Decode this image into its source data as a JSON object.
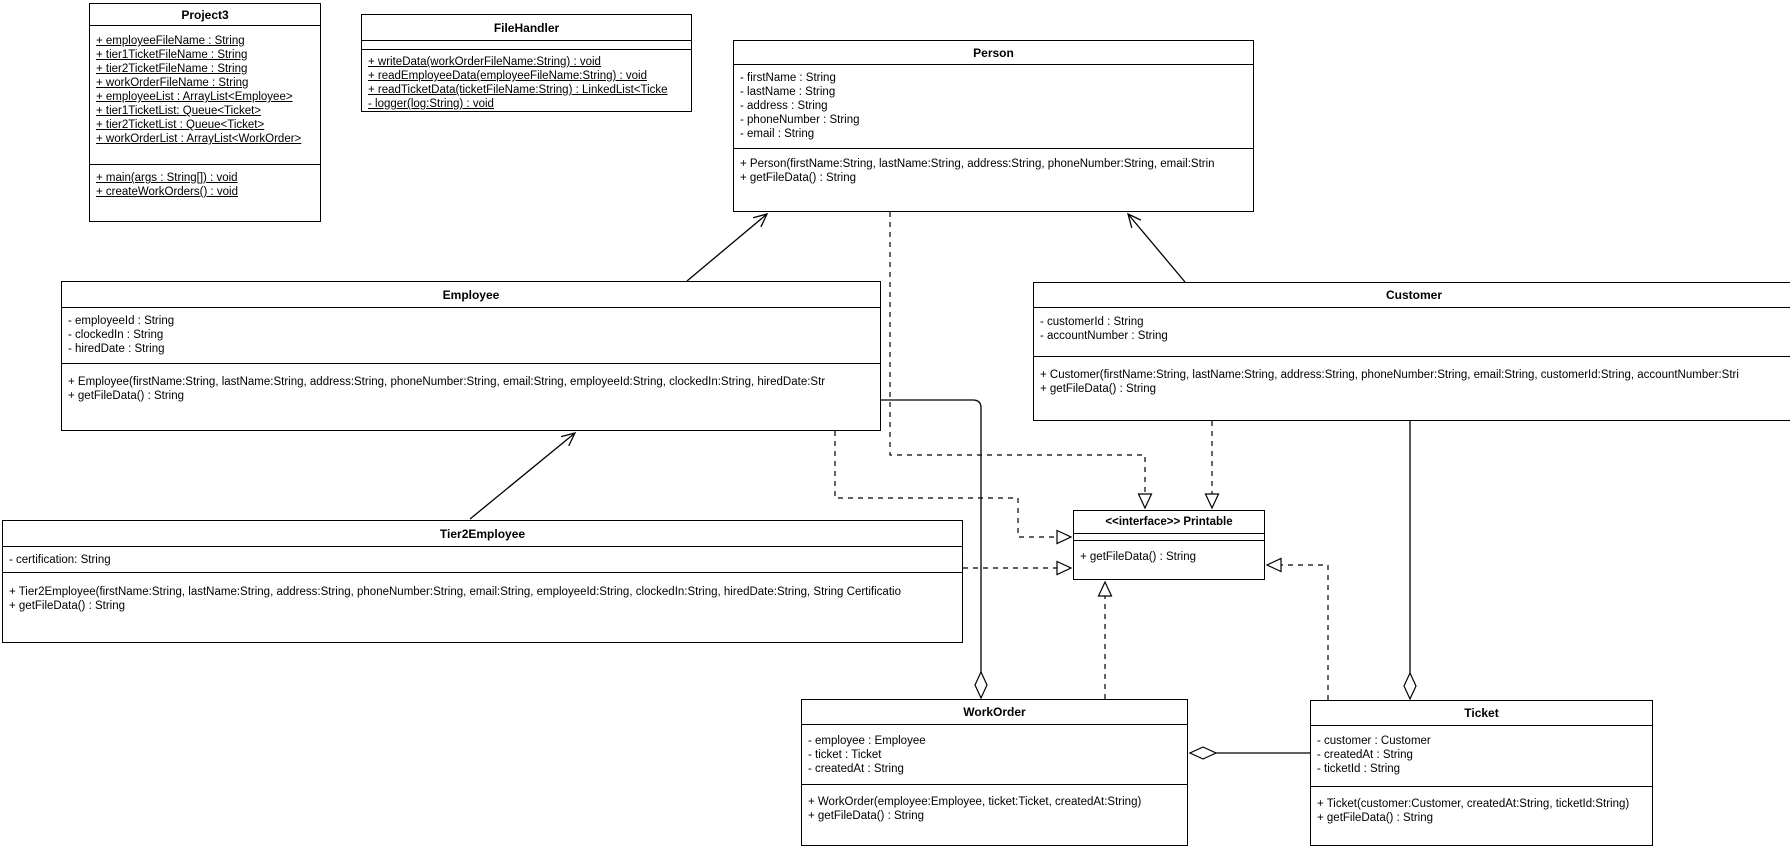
{
  "diagram": {
    "type": "uml-class-diagram",
    "line_color": "#000000",
    "background_color": "#ffffff"
  },
  "classes": [
    {
      "title": "Project3",
      "attributes": [
        "+ employeeFileName : String",
        "+ tier1TicketFileName : String",
        "+ tier2TicketFileName : String",
        "+ workOrderFileName : String",
        "+ employeeList : ArrayList<Employee>",
        "+ tier1TicketList: Queue<Ticket>",
        "+ tier2TicketList : Queue<Ticket>",
        "+ workOrderList : ArrayList<WorkOrder>"
      ],
      "methods": [
        "+ main(args : String[]) : void",
        "+ createWorkOrders() : void"
      ]
    },
    {
      "title": "FileHandler",
      "attributes": [],
      "methods": [
        "+ writeData(workOrderFileName:String) : void",
        "+ readEmployeeData(employeeFileName:String) : void",
        "+ readTicketData(ticketFileName:String) : LinkedList<Ticke",
        "- logger(log:String) : void"
      ]
    },
    {
      "title": "Person",
      "attributes": [
        "- firstName : String",
        "- lastName : String",
        "- address : String",
        "- phoneNumber : String",
        "- email : String"
      ],
      "methods": [
        "+ Person(firstName:String, lastName:String, address:String, phoneNumber:String, email:Strin",
        "+ getFileData() : String"
      ]
    },
    {
      "title": "Employee",
      "attributes": [
        "- employeeId : String",
        "- clockedIn : String",
        "- hiredDate : String"
      ],
      "methods": [
        "+ Employee(firstName:String, lastName:String, address:String, phoneNumber:String, email:String, employeeId:String, clockedIn:String, hiredDate:Str",
        "+ getFileData() : String"
      ]
    },
    {
      "title": "Customer",
      "attributes": [
        "- customerId : String",
        "- accountNumber : String"
      ],
      "methods": [
        "+ Customer(firstName:String, lastName:String, address:String, phoneNumber:String, email:String, customerId:String, accountNumber:Stri",
        "+ getFileData() : String"
      ]
    },
    {
      "title": "Tier2Employee",
      "attributes": [
        "- certification: String"
      ],
      "methods": [
        "+ Tier2Employee(firstName:String, lastName:String, address:String, phoneNumber:String, email:String, employeeId:String, clockedIn:String, hiredDate:String, String Certificatio",
        "+ getFileData() : String"
      ]
    },
    {
      "title": "<<interface>> Printable",
      "attributes": [],
      "methods": [
        "+ getFileData() : String"
      ]
    },
    {
      "title": "WorkOrder",
      "attributes": [
        "- employee : Employee",
        "- ticket : Ticket",
        "- createdAt : String"
      ],
      "methods": [
        "+ WorkOrder(employee:Employee, ticket:Ticket, createdAt:String)",
        "+ getFileData() : String"
      ]
    },
    {
      "title": "Ticket",
      "attributes": [
        "- customer : Customer",
        "- createdAt : String",
        "- ticketId : String"
      ],
      "methods": [
        "+ Ticket(customer:Customer, createdAt:String, ticketId:String)",
        "+ getFileData() : String"
      ]
    }
  ],
  "relationships": [
    {
      "from": "Employee",
      "to": "Person",
      "type": "generalization",
      "line": "solid",
      "arrow": "open"
    },
    {
      "from": "Customer",
      "to": "Person",
      "type": "generalization",
      "line": "solid",
      "arrow": "open"
    },
    {
      "from": "Tier2Employee",
      "to": "Employee",
      "type": "generalization",
      "line": "solid",
      "arrow": "open"
    },
    {
      "from": "Person",
      "to": "Printable",
      "type": "realization",
      "line": "dashed",
      "arrow": "hollow-triangle"
    },
    {
      "from": "Employee",
      "to": "Printable",
      "type": "realization",
      "line": "dashed",
      "arrow": "hollow-triangle"
    },
    {
      "from": "Customer",
      "to": "Printable",
      "type": "realization",
      "line": "dashed",
      "arrow": "hollow-triangle"
    },
    {
      "from": "Tier2Employee",
      "to": "Printable",
      "type": "realization",
      "line": "dashed",
      "arrow": "hollow-triangle"
    },
    {
      "from": "WorkOrder",
      "to": "Printable",
      "type": "realization",
      "line": "dashed",
      "arrow": "hollow-triangle"
    },
    {
      "from": "Ticket",
      "to": "Printable",
      "type": "realization",
      "line": "dashed",
      "arrow": "hollow-triangle"
    },
    {
      "from": "WorkOrder",
      "to": "Employee",
      "type": "aggregation",
      "line": "solid",
      "arrow": "hollow-diamond"
    },
    {
      "from": "WorkOrder",
      "to": "Ticket",
      "type": "aggregation",
      "line": "solid",
      "arrow": "hollow-diamond"
    },
    {
      "from": "Ticket",
      "to": "Customer",
      "type": "aggregation",
      "line": "solid",
      "arrow": "hollow-diamond"
    }
  ]
}
